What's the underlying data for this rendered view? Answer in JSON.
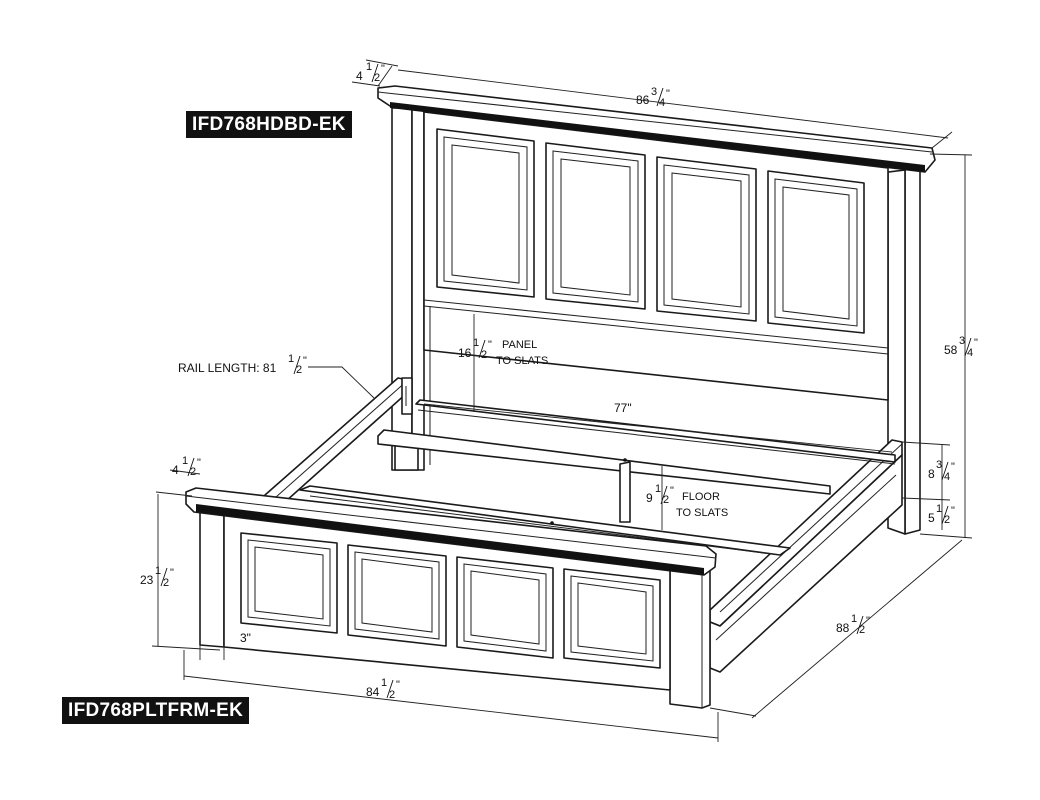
{
  "labels": {
    "headboard_model": "IFD768HDBD-EK",
    "platform_model": "IFD768PLTFRM-EK"
  },
  "dimensions": {
    "headboard_top_depth": {
      "whole": "4",
      "num": "1",
      "den": "2",
      "unit": "\""
    },
    "headboard_width": {
      "whole": "86",
      "num": "3",
      "den": "4",
      "unit": "\""
    },
    "headboard_height": {
      "whole": "58",
      "num": "3",
      "den": "4",
      "unit": "\""
    },
    "panel_to_slats": {
      "whole": "16",
      "num": "1",
      "den": "2",
      "unit": "\"",
      "note_line1": "PANEL",
      "note_line2": "TO SLATS"
    },
    "rail_length": {
      "prefix": "RAIL LENGTH: 81",
      "num": "1",
      "den": "2",
      "unit": "\""
    },
    "inner_width": {
      "text": "77\""
    },
    "footboard_top_depth": {
      "whole": "4",
      "num": "1",
      "den": "2",
      "unit": "\""
    },
    "floor_to_slats": {
      "whole": "9",
      "num": "1",
      "den": "2",
      "unit": "\"",
      "note_line1": "FLOOR",
      "note_line2": "TO SLATS"
    },
    "rail_height": {
      "whole": "8",
      "num": "3",
      "den": "4",
      "unit": "\""
    },
    "rail_clearance": {
      "whole": "5",
      "num": "1",
      "den": "2",
      "unit": "\""
    },
    "footboard_height": {
      "whole": "23",
      "num": "1",
      "den": "2",
      "unit": "\""
    },
    "leg_width": {
      "text": "3\""
    },
    "overall_length": {
      "whole": "88",
      "num": "1",
      "den": "2",
      "unit": "\""
    },
    "footboard_width": {
      "whole": "84",
      "num": "1",
      "den": "2",
      "unit": "\""
    }
  }
}
